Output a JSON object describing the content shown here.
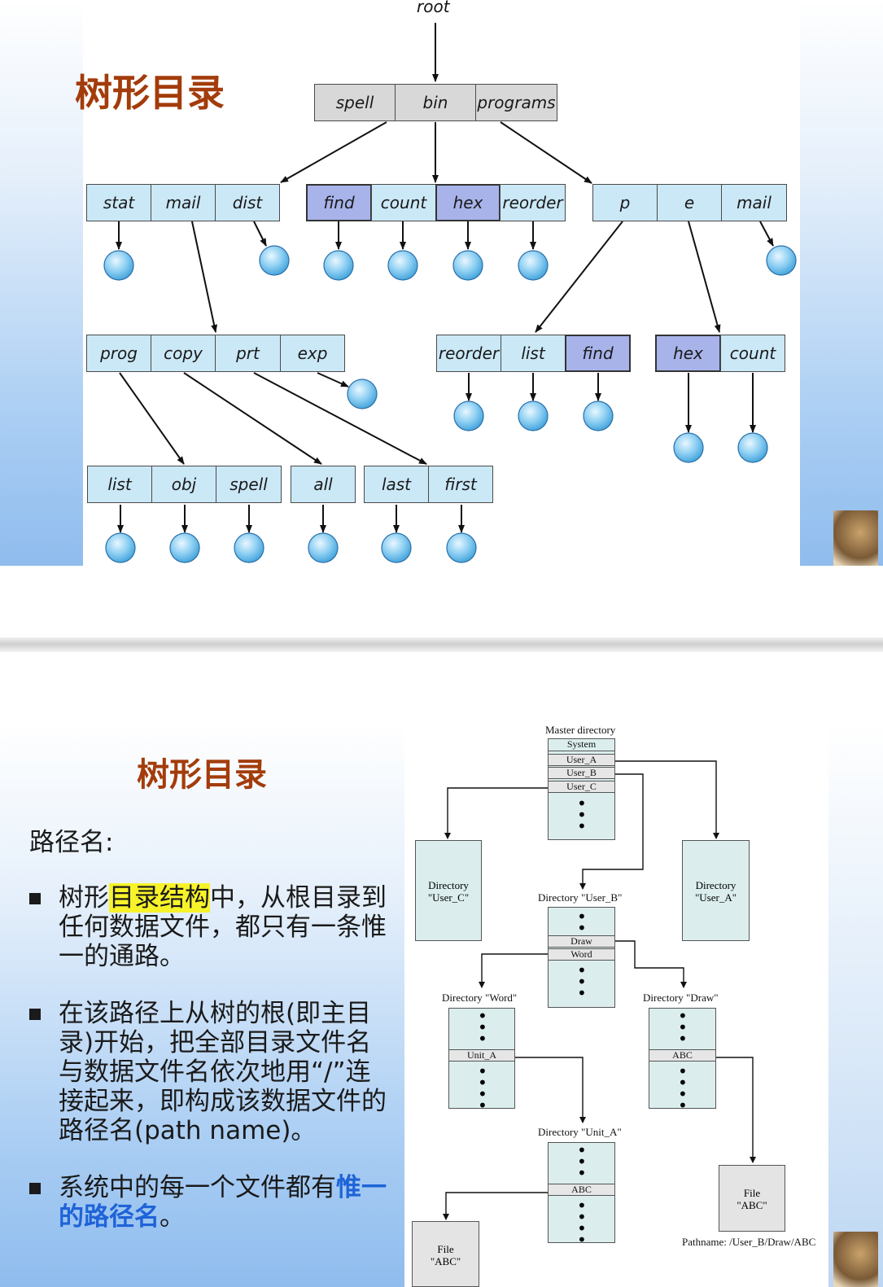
{
  "slide1": {
    "title": "树形目录",
    "root_label": "root",
    "top": [
      "spell",
      "bin",
      "programs"
    ],
    "left_dir": [
      "stat",
      "mail",
      "dist"
    ],
    "mid_dir": [
      "find",
      "count",
      "hex",
      "reorder"
    ],
    "right_dir": [
      "p",
      "e",
      "mail"
    ],
    "prog_dir": [
      "prog",
      "copy",
      "prt",
      "exp"
    ],
    "reorder_dir": [
      "reorder",
      "list",
      "find"
    ],
    "hex_dir": [
      "hex",
      "count"
    ],
    "list_dir": [
      "list",
      "obj",
      "spell"
    ],
    "all_dir": [
      "all"
    ],
    "last_dir": [
      "last",
      "first"
    ]
  },
  "slide2": {
    "title": "树形目录",
    "subtitle": "路径名:",
    "bullet1_a": "树形",
    "bullet1_b": "目录结构",
    "bullet1_c": "中，从根目录到任何数据文件，都只有一条惟一的通路。",
    "bullet2": "在该路径上从树的根(即主目录)开始，把全部目录文件名与数据文件名依次地用“/”连接起来，即构成该数据文件的路径名(path name)。",
    "bullet3_a": "系统中的每一个文件都有",
    "bullet3_b": "惟一的路径名",
    "bullet3_c": "。",
    "diagram": {
      "master_label": "Master directory",
      "master_rows": [
        "System",
        "User_A",
        "User_B",
        "User_C"
      ],
      "dir_user_c": "Directory\n\"User_C\"",
      "dir_user_a": "Directory\n\"User_A\"",
      "dir_user_b_label": "Directory \"User_B\"",
      "user_b_rows": [
        "Draw",
        "Word"
      ],
      "dir_word_label": "Directory \"Word\"",
      "word_rows": [
        "Unit_A"
      ],
      "dir_draw_label": "Directory \"Draw\"",
      "draw_rows": [
        "ABC"
      ],
      "dir_unit_a_label": "Directory \"Unit_A\"",
      "unit_a_rows": [
        "ABC"
      ],
      "file1": "File\n\"ABC\"",
      "file2": "File\n\"ABC\"",
      "pathname": "Pathname: /User_B/Draw/ABC"
    }
  }
}
